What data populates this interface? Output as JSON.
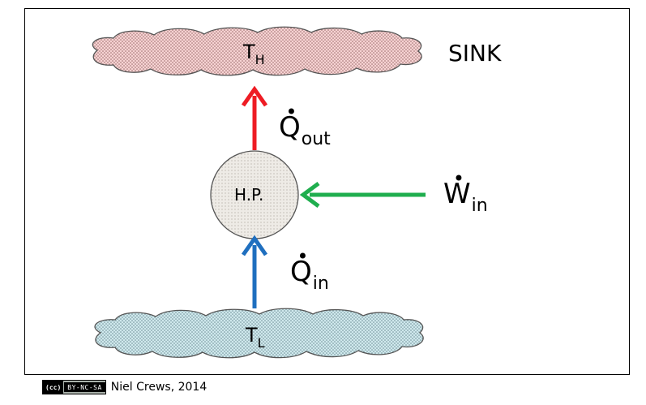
{
  "hot_reservoir": {
    "label": "T",
    "sub": "H",
    "tag": "SINK"
  },
  "cold_reservoir": {
    "label": "T",
    "sub": "L"
  },
  "heat_pump": {
    "label": "H.P."
  },
  "q_out": {
    "label": "Q",
    "sub": "out"
  },
  "q_in": {
    "label": "Q",
    "sub": "in"
  },
  "w_in": {
    "label": "W",
    "sub": "in"
  },
  "colors": {
    "hot_arrow": "#ee1c24",
    "cold_arrow": "#1f6fbf",
    "work_arrow": "#1fae4e",
    "hot_cloud_fill": "#f6d2d2",
    "cold_cloud_fill": "#cfe8ec",
    "pump_fill": "#eeebe6"
  },
  "footer": {
    "license": "BY-NC-SA",
    "cc": "(cc)",
    "credit": "Niel Crews, 2014"
  }
}
